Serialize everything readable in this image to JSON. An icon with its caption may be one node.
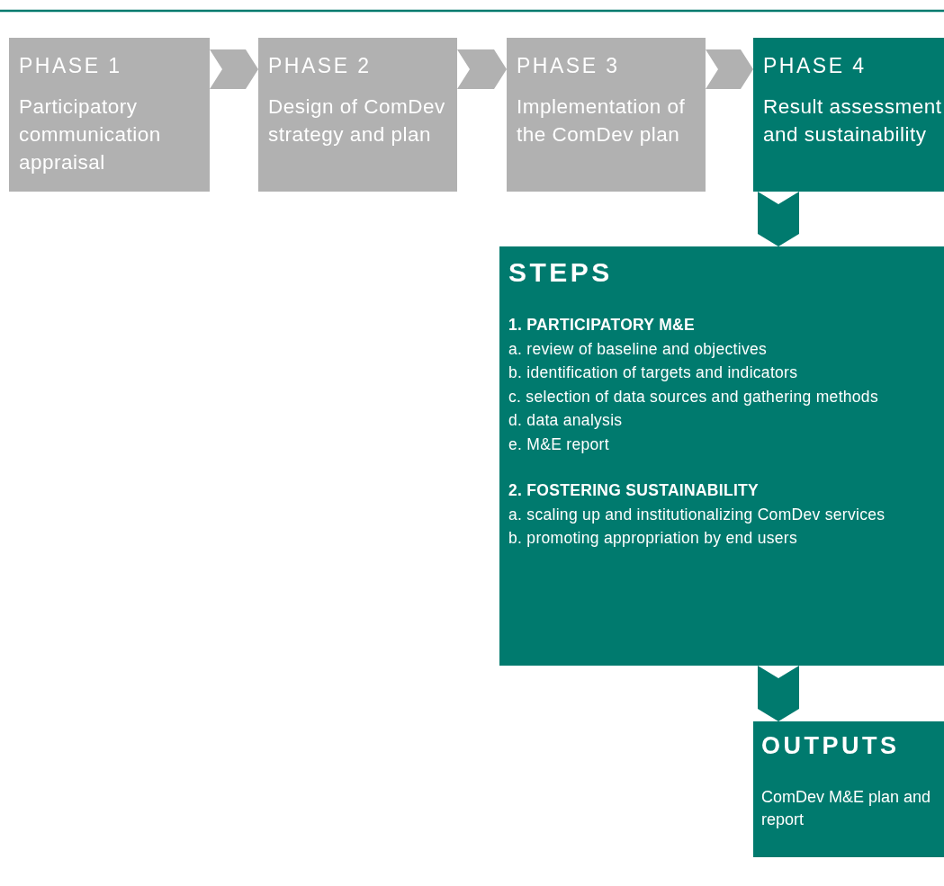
{
  "diagram": {
    "nodes": [
      {
        "text": [
          "PHASE 1",
          "Participatory communication appraisal"
        ]
      },
      {
        "text": [
          "PHASE 2",
          "Design of ComDev strategy and plan"
        ]
      },
      {
        "text": [
          "PHASE 3",
          "Implementation of the ComDev plan"
        ]
      },
      {
        "text": [
          "PHASE 4",
          "Result assessment and sustainability"
        ]
      },
      {
        "text": [
          "STEPS",
          "1. PARTICIPATORY M&E",
          "a. review of baseline and objectives",
          "b. identification of targets and indicators",
          "c. selection of data sources and gathering methods",
          "d. data analysis",
          "e. M&E report",
          "2. FOSTERING SUSTAINABILITY",
          "a. scaling up and institutionalizing ComDev services",
          "b. promoting appropriation by end users"
        ]
      },
      {
        "text": [
          "OUTPUTS",
          "ComDev M&E plan and report"
        ]
      }
    ],
    "edges": [
      {
        "from": 0,
        "to": 1,
        "arrow": "to"
      },
      {
        "from": 1,
        "to": 2,
        "arrow": "to"
      },
      {
        "from": 2,
        "to": 3,
        "arrow": "to"
      },
      {
        "from": 3,
        "to": 4,
        "arrow": "to",
        "color": "#007a6e"
      },
      {
        "from": 4,
        "to": 5,
        "arrow": "to",
        "color": "#007a6e"
      }
    ]
  }
}
